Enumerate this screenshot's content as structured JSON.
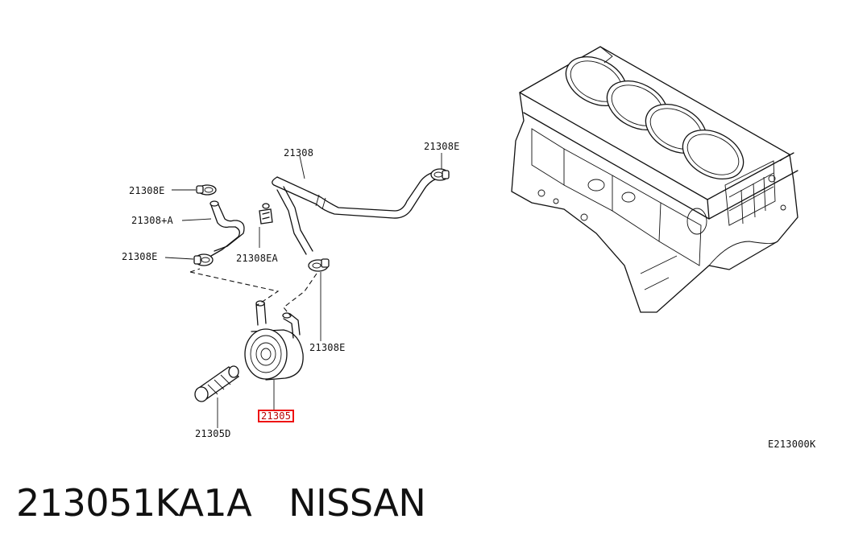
{
  "labels": {
    "clamp_top_right": "21308E",
    "hose_main": "21308",
    "clamp_left_top": "21308E",
    "hose_left": "21308+A",
    "clamp_left_bottom": "21308E",
    "clamp_mid": "21308EA",
    "clamp_lower_right": "21308E",
    "oil_cooler": "21305",
    "connector": "21305D",
    "figure_code": "E213000K"
  },
  "caption": {
    "part_number": "213051KA1A",
    "brand": "NISSAN"
  },
  "colors": {
    "highlight": "#e11111",
    "line": "#111111"
  }
}
